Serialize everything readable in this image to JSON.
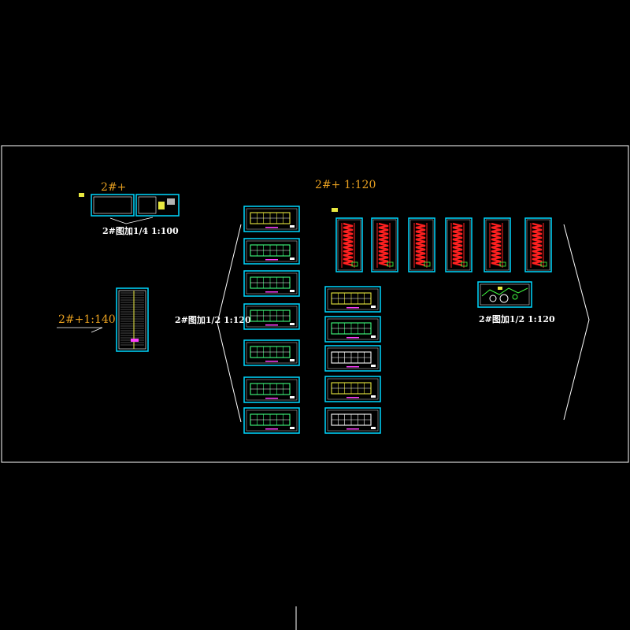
{
  "drawing": {
    "background": "#000000",
    "frame_color": "#ffffff",
    "sheet_color": "#00d8ff",
    "red_color": "#ff2020",
    "yellow_color": "#e8e840",
    "orange_color": "#e8a020",
    "labels": {
      "top_left_code": "2#+",
      "top_left_scale": "2#图加1/4  1:100",
      "left_code": "2#+1:140",
      "left_group_scale": "2#图加1/2  1:120",
      "top_center_code": "2#+",
      "top_center_scale": "1:120",
      "right_group_scale": "2#图加1/2  1:120"
    }
  }
}
